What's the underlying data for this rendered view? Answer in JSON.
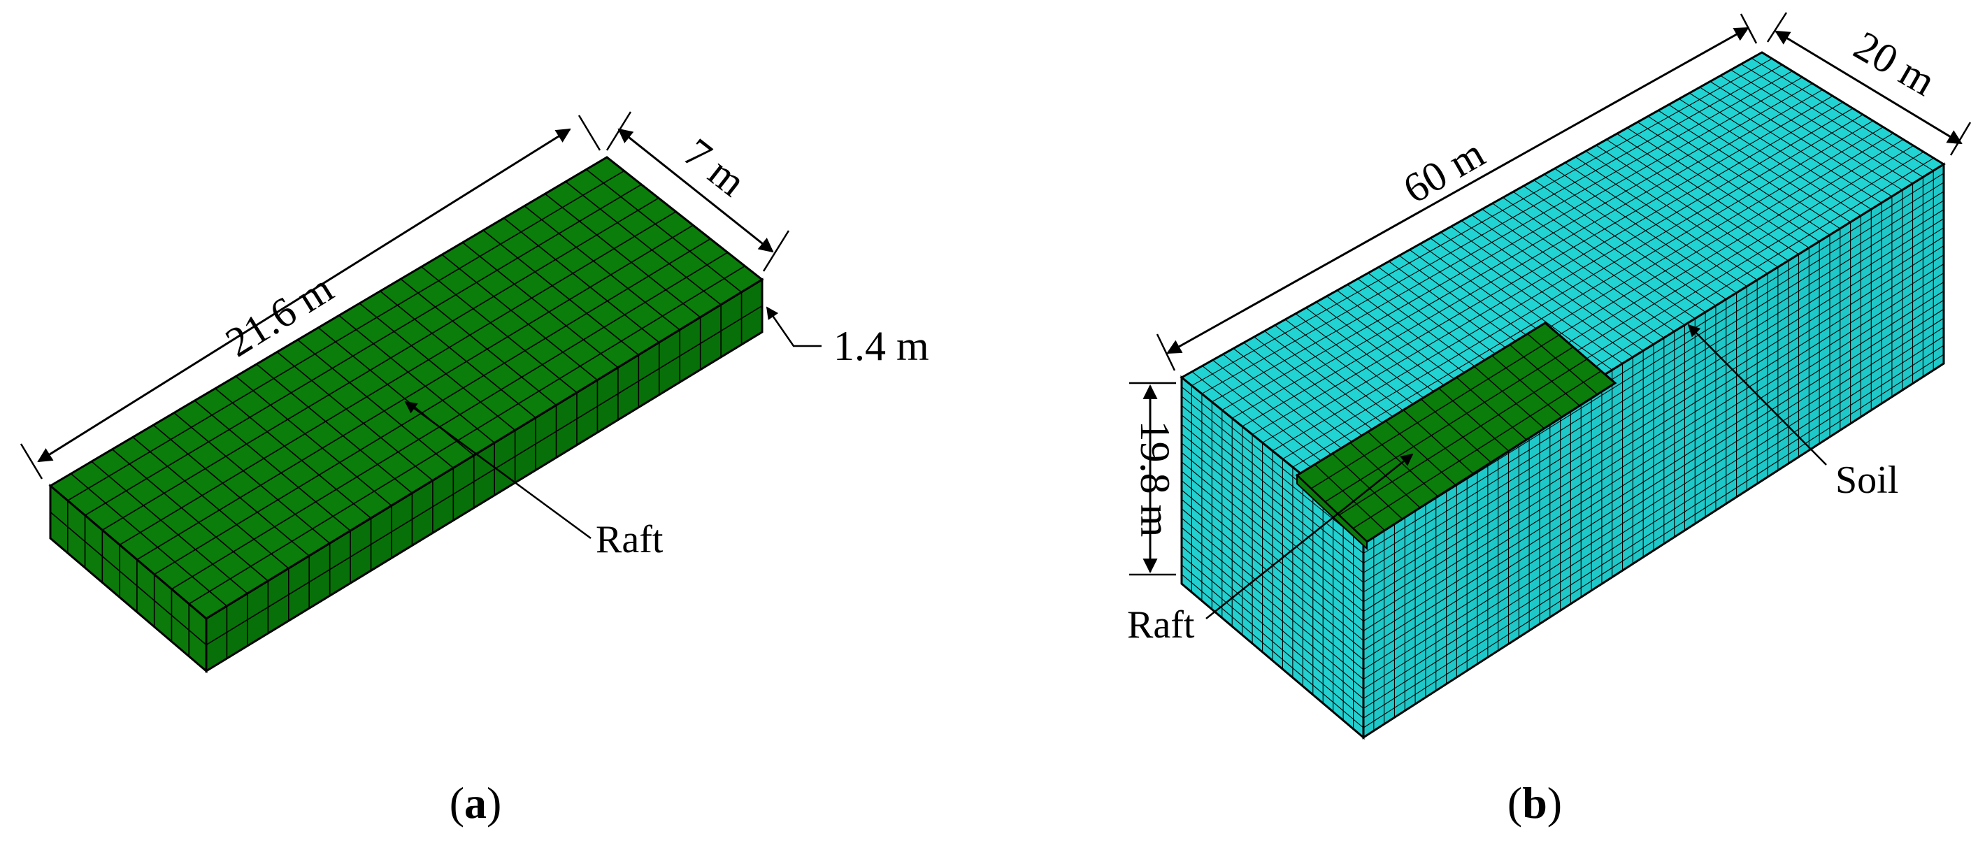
{
  "panels": [
    {
      "id": "a",
      "caption": "a",
      "dimensions": {
        "length": "21.6 m",
        "width": "7 m",
        "thickness": "1.4 m"
      },
      "labels": {
        "raft": "Raft"
      },
      "colors": {
        "face": "#0a7d0a",
        "side": "#087008",
        "front": "#0b7a0b",
        "mesh": "#000000"
      }
    },
    {
      "id": "b",
      "caption": "b",
      "dimensions": {
        "length": "60 m",
        "width": "20 m",
        "depth": "19.8 m"
      },
      "labels": {
        "raft": "Raft",
        "soil": "Soil"
      },
      "colors": {
        "soil": "#22d3d3",
        "soil_side": "#1ec8c8",
        "raft": "#0a7d0a",
        "mesh": "#000000"
      }
    }
  ]
}
